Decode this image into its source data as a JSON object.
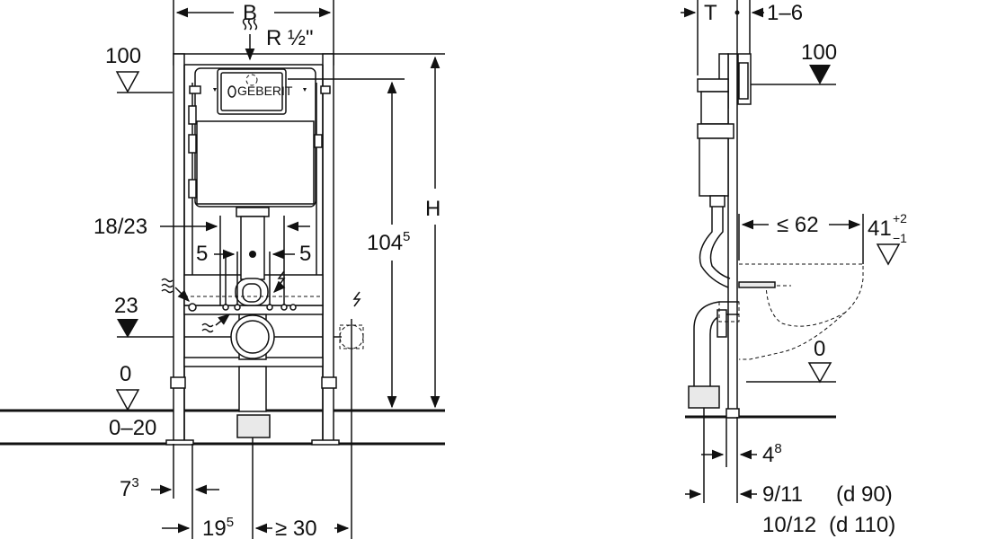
{
  "front_view": {
    "dim_B": "B",
    "supply_thread": "R ½\"",
    "level_100": "100",
    "dim_H": "H",
    "dim_104_base": "104",
    "dim_104_sup": "5",
    "dim_18_23": "18/23",
    "dim_5_left": "5",
    "dim_5_right": "5",
    "level_23": "23",
    "level_0": "0",
    "dim_0_20": "0–20",
    "dim_7_base": "7",
    "dim_7_sup": "3",
    "dim_19_base": "19",
    "dim_19_sup": "5",
    "dim_ge_30": "≥ 30",
    "brand_text": "GEBERIT"
  },
  "side_view": {
    "dim_T": "T",
    "dim_1_6": "1–6",
    "level_100": "100",
    "dim_le_62": "≤ 62",
    "dim_41": "41",
    "dim_41_sup": "+2",
    "dim_41_sub": "−1",
    "level_0": "0",
    "dim_4_base": "4",
    "dim_4_sup": "8",
    "dim_9_11": "9/11",
    "dim_d90": "(d 90)",
    "dim_10_12": "10/12",
    "dim_d110": "(d 110)"
  }
}
